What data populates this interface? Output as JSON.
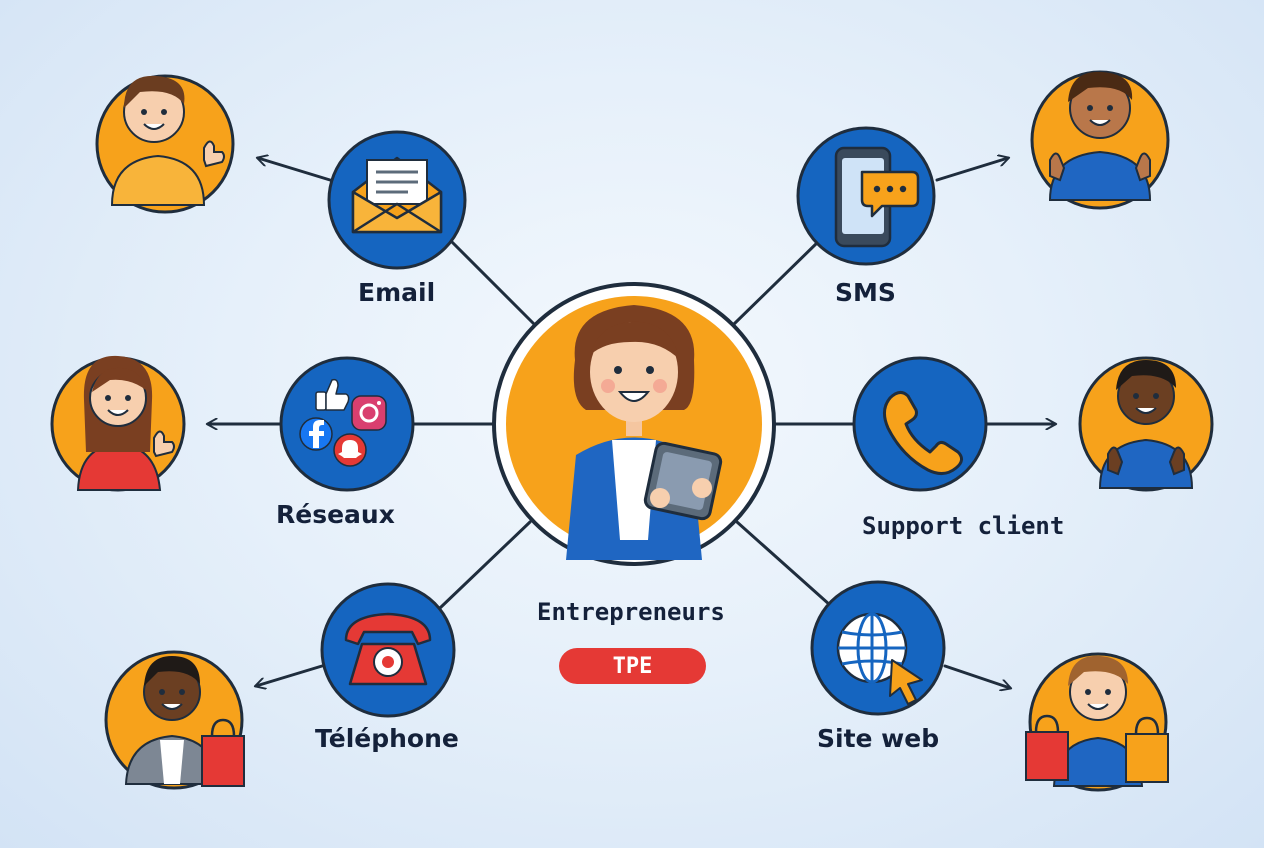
{
  "center": {
    "title": "Entrepreneurs",
    "badge": "TPE"
  },
  "channels": [
    {
      "id": "email",
      "label": "Email",
      "icon": "envelope-icon"
    },
    {
      "id": "sms",
      "label": "SMS",
      "icon": "smartphone-chat-icon"
    },
    {
      "id": "social",
      "label": "Réseaux",
      "icon": "social-media-icon"
    },
    {
      "id": "support",
      "label": "Support client",
      "icon": "phone-handset-icon"
    },
    {
      "id": "phone",
      "label": "Téléphone",
      "icon": "rotary-phone-icon"
    },
    {
      "id": "web",
      "label": "Site web",
      "icon": "globe-cursor-icon"
    }
  ],
  "colors": {
    "primary_blue": "#1565c0",
    "accent_orange": "#f7a21b",
    "badge_red": "#e53935",
    "line_dark": "#1f2d3d"
  }
}
